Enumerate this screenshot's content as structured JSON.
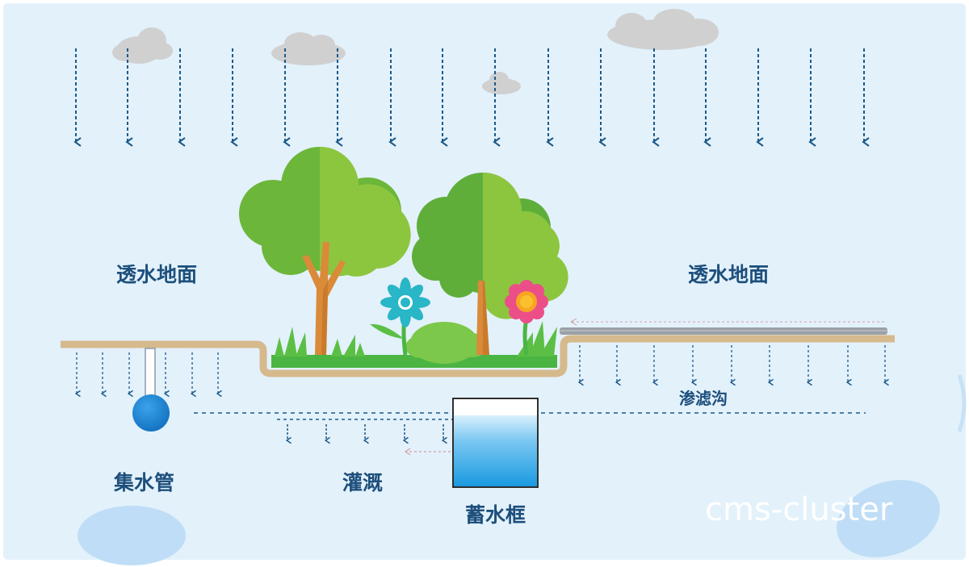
{
  "labels": {
    "permeable_ground_left": "透水地面",
    "permeable_ground_right": "透水地面",
    "infiltration_trench": "渗滤沟",
    "collection_pipe": "集水管",
    "irrigation": "灌溉",
    "storage_tank": "蓄水框"
  },
  "watermark": "cms-cluster",
  "colors": {
    "sky": "#e3f1fb",
    "rain": "#1a5a8a",
    "soil": "#d6b98c",
    "grass": "#4bb543",
    "leaf_light": "#8cc63f",
    "leaf_dark": "#5fae3a",
    "trunk": "#d98b3a",
    "pipe_blue": "#1c86d8",
    "tank_water": "#1a9ae0",
    "label": "#1d4f7c"
  }
}
